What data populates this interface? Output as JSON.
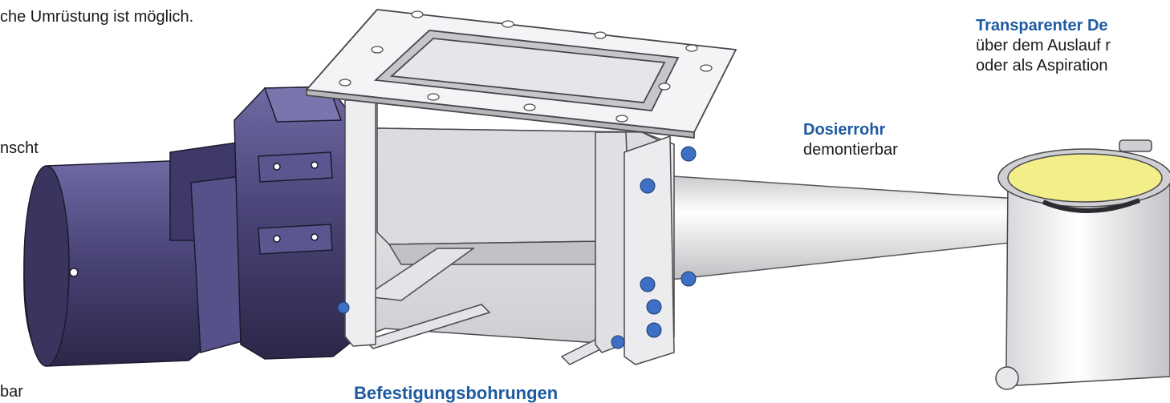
{
  "labels": {
    "upgrade_note": "che Umrüstung ist möglich.",
    "left_fragment": "nscht",
    "bottom_left_fragment": "bar",
    "dosing_tube_title": "Dosierrohr",
    "dosing_tube_text": "demontierbar",
    "lid_title": "Transparenter De",
    "lid_line1": "über dem Auslauf r",
    "lid_line2": "oder als Aspiration",
    "mounting_holes": "Befestigungsbohrungen"
  },
  "colors": {
    "label_blue": "#1e5aa0",
    "motor_purple": "#4a4478",
    "steel": "#e6e6e8",
    "bolt_blue": "#3d6fc4",
    "lid_yellow": "#f2ee8a"
  }
}
